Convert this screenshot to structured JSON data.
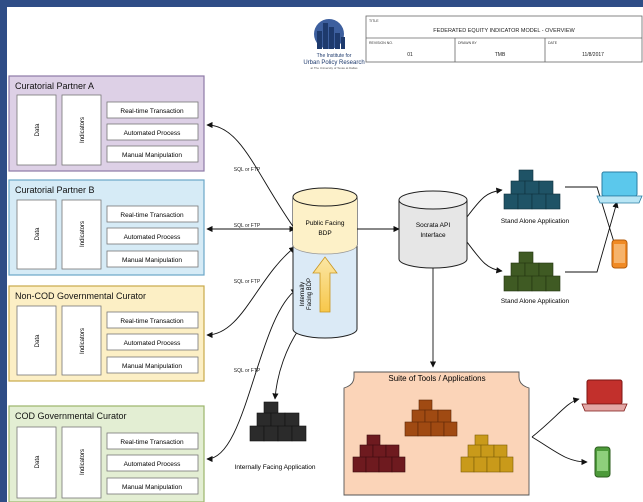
{
  "colors": {
    "frame": "#2f4d86",
    "partner_a_fill": "#ddd0e6",
    "partner_a_border": "#8e7aa6",
    "partner_b_fill": "#d6ebf6",
    "partner_b_border": "#6aa6c8",
    "noncod_fill": "#fcefc5",
    "noncod_border": "#c9a94a",
    "cod_fill": "#e3eed3",
    "cod_border": "#9bb56b",
    "suite_fill": "#fbd4b8",
    "teal_server": "#1f5366",
    "green_server": "#3f5a23",
    "dark_server": "#2b2b2b",
    "maroon_server": "#6e1a1f",
    "orange_server": "#a04a12",
    "gold_server": "#c99a1a",
    "laptop_blue": "#5bc8ec",
    "phone_orange": "#f08a24",
    "laptop_red": "#c2302c",
    "phone_green": "#4d9a3a"
  },
  "logo": {
    "line1": "The Institute for",
    "line2": "Urban Policy Research",
    "line3": "at The University of Texas at Dallas"
  },
  "title_block": {
    "title_label": "TITLE",
    "title_value": "FEDERATED EQUITY INDICATOR MODEL - OVERVIEW",
    "revision_label": "REVISION NO.",
    "revision_value": "01",
    "drawn_label": "DRAWN BY",
    "drawn_value": "TMB",
    "date_label": "DATE",
    "date_value": "11/8/2017"
  },
  "curators": [
    {
      "title": "Curatorial Partner A",
      "data_label": "Data",
      "indicators_label": "Indicators",
      "processes": [
        "Real-time Transaction",
        "Automated Process",
        "Manual Manipulation"
      ]
    },
    {
      "title": "Curatorial Partner B",
      "data_label": "Data",
      "indicators_label": "Indicators",
      "processes": [
        "Real-time Transaction",
        "Automated Process",
        "Manual Manipulation"
      ]
    },
    {
      "title": "Non-COD Governmental Curator",
      "data_label": "Data",
      "indicators_label": "Indicators",
      "processes": [
        "Real-time Transaction",
        "Automated Process",
        "Manual Manipulation"
      ]
    },
    {
      "title": "COD Governmental Curator",
      "data_label": "Data",
      "indicators_label": "Indicators",
      "processes": [
        "Real-time Transaction",
        "Automated Process",
        "Manual Manipulation"
      ]
    }
  ],
  "connector_labels": [
    "SQL or FTP",
    "SQL or FTP",
    "SQL or FTP",
    "SQL or FTP"
  ],
  "public_db": {
    "line1": "Public Facing",
    "line2": "BDP"
  },
  "internal_db": {
    "line1": "Internally",
    "line2": "Facing BDP"
  },
  "socrata": {
    "line1": "Socrata API",
    "line2": "Interface"
  },
  "stand_alone_1": "Stand Alone Application",
  "stand_alone_2": "Stand Alone Application",
  "internal_app": "Internally Facing Application",
  "suite": "Suite of Tools / Applications"
}
